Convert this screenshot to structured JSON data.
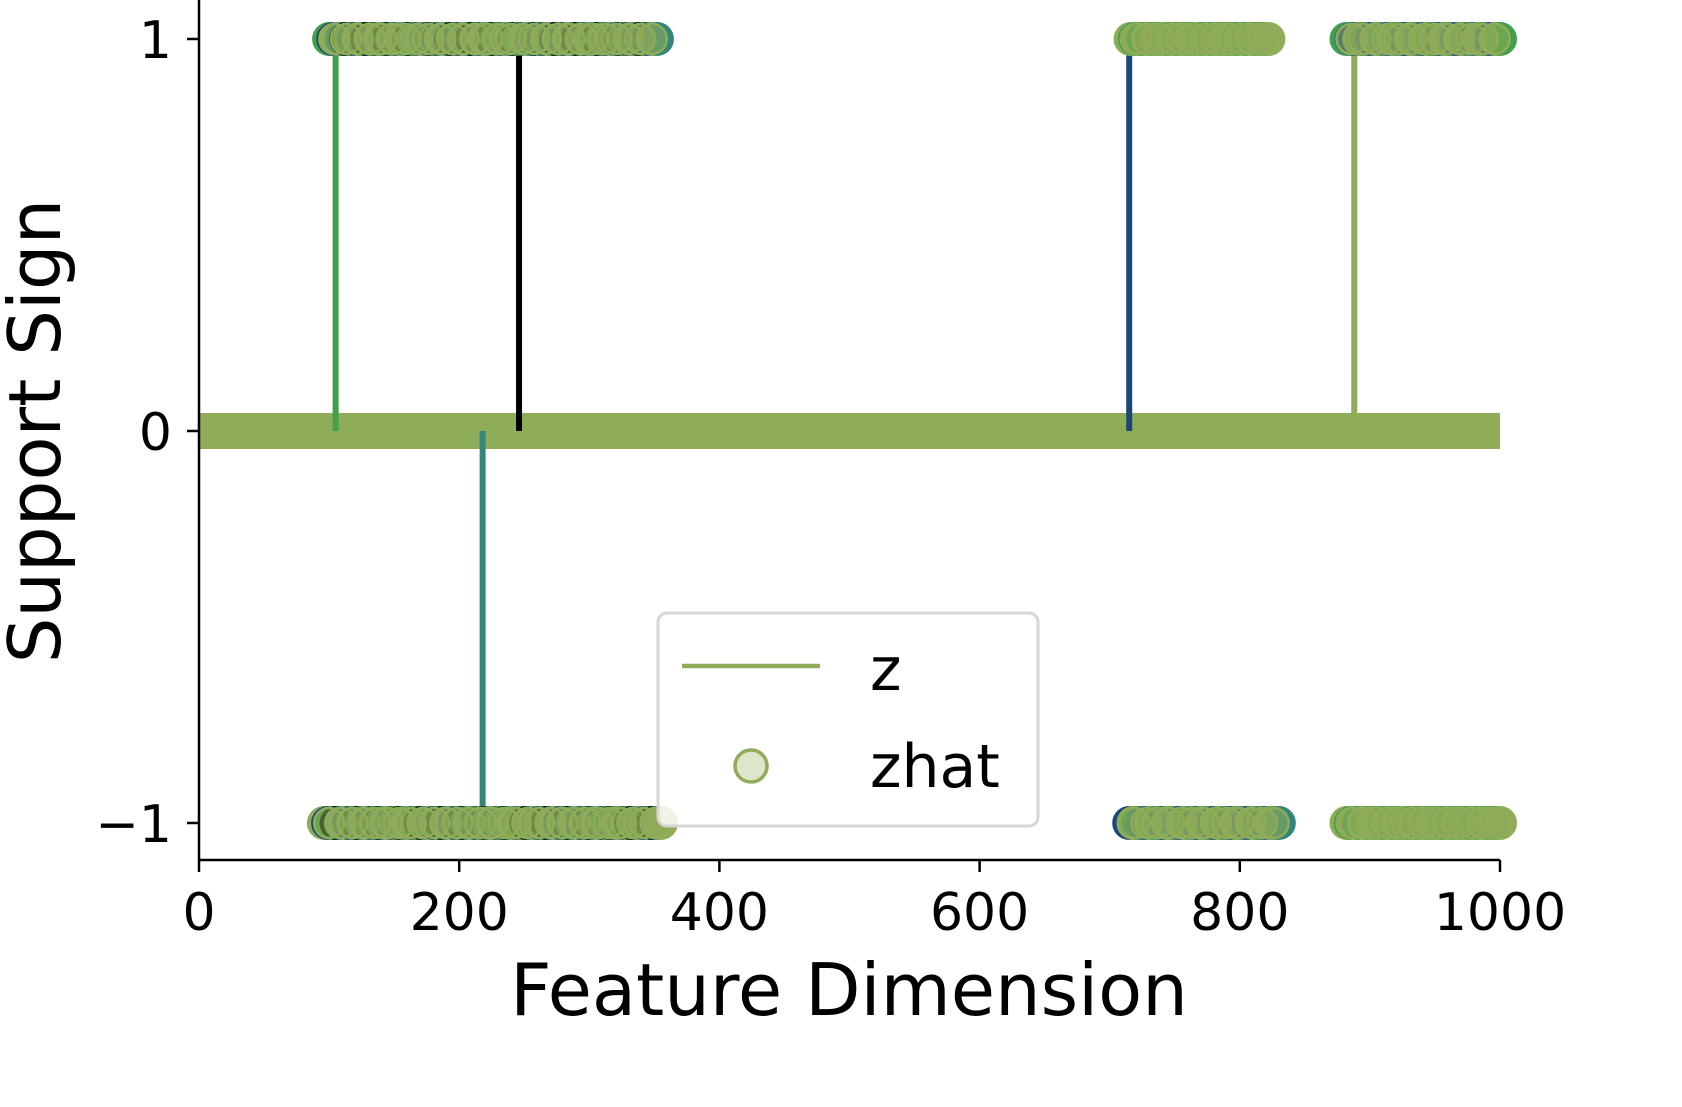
{
  "chart_data": {
    "type": "scatter",
    "title": "",
    "xlabel": "Feature Dimension",
    "ylabel": "Support Sign",
    "xlim": [
      0,
      1000
    ],
    "ylim": [
      -1.1,
      1.1
    ],
    "xticks": [
      0,
      200,
      400,
      600,
      800,
      1000
    ],
    "xtick_labels": [
      "0",
      "200",
      "400",
      "600",
      "800",
      "1000"
    ],
    "yticks": [
      1,
      0,
      -1
    ],
    "ytick_labels": [
      "1",
      "0",
      "−1"
    ],
    "grid": false,
    "legend": {
      "placement": "lower center",
      "entries": [
        {
          "label": "z",
          "marker": "line",
          "color": "#8fac58"
        },
        {
          "label": "zhat",
          "marker": "circle",
          "color": "#8fac58"
        }
      ]
    },
    "baseline": {
      "y": 0,
      "x": [
        0,
        1000
      ],
      "color": "#8fac58"
    },
    "stems": [
      {
        "x": 105,
        "y": 1,
        "color": "#43a04a"
      },
      {
        "x": 246,
        "y": 1,
        "color": "#000000"
      },
      {
        "x": 218,
        "y": -1,
        "color": "#34857a"
      },
      {
        "x": 715,
        "y": 1,
        "color": "#1b4678"
      },
      {
        "x": 888,
        "y": 1,
        "color": "#8fac58"
      }
    ],
    "marker_clusters": [
      {
        "y": 1,
        "x_start": 100,
        "x_end": 352,
        "colors": [
          "#43a04a",
          "#34857a",
          "#1b4678",
          "#000000",
          "#8fac58"
        ]
      },
      {
        "y": 1,
        "x_start": 716,
        "x_end": 822,
        "colors": [
          "#43a04a",
          "#8fac58"
        ]
      },
      {
        "y": 1,
        "x_start": 882,
        "x_end": 1000,
        "colors": [
          "#1b4678",
          "#34857a",
          "#43a04a",
          "#8fac58"
        ]
      },
      {
        "y": -1,
        "x_start": 96,
        "x_end": 355,
        "colors": [
          "#000000",
          "#1b4678",
          "#34857a",
          "#43a04a",
          "#8fac58"
        ]
      },
      {
        "y": -1,
        "x_start": 715,
        "x_end": 830,
        "colors": [
          "#1b4678",
          "#34857a",
          "#43a04a",
          "#8fac58"
        ]
      },
      {
        "y": -1,
        "x_start": 882,
        "x_end": 1000,
        "colors": [
          "#43a04a",
          "#8fac58"
        ]
      }
    ]
  }
}
